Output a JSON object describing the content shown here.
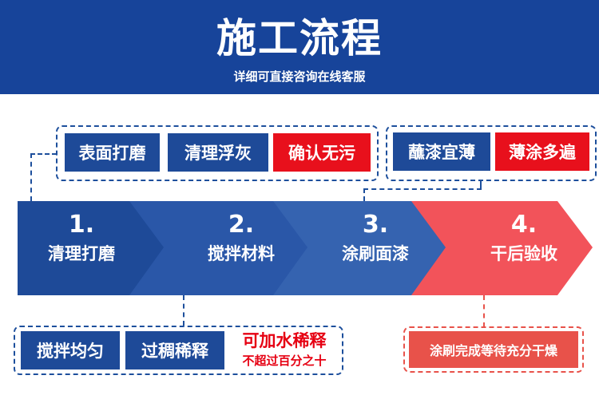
{
  "banner": {
    "title": "施工流程",
    "subtitle": "详细可直接咨询在线客服"
  },
  "top_left_group": {
    "tags": [
      "表面打磨",
      "清理浮灰",
      "确认无污"
    ]
  },
  "top_right_group": {
    "tags": [
      "蘸漆宜薄",
      "薄涂多遍"
    ]
  },
  "steps": [
    {
      "num": "1.",
      "label": "清理打磨",
      "color": "#1e4a98"
    },
    {
      "num": "2.",
      "label": "搅拌材料",
      "color": "#2a57a8"
    },
    {
      "num": "3.",
      "label": "涂刷面漆",
      "color": "#3563b0"
    },
    {
      "num": "4.",
      "label": "干后验收",
      "color": "#f2535a"
    }
  ],
  "bottom_left_group": {
    "tags": [
      "搅拌均匀",
      "过稠稀释"
    ],
    "note_line1": "可加水稀释",
    "note_line2": "不超过百分之十"
  },
  "bottom_right_group": {
    "tag": "涂刷完成等待充分干燥"
  },
  "colors": {
    "brand_blue": "#17449a",
    "alert_red": "#e8101c",
    "accent_red": "#f2535a"
  }
}
